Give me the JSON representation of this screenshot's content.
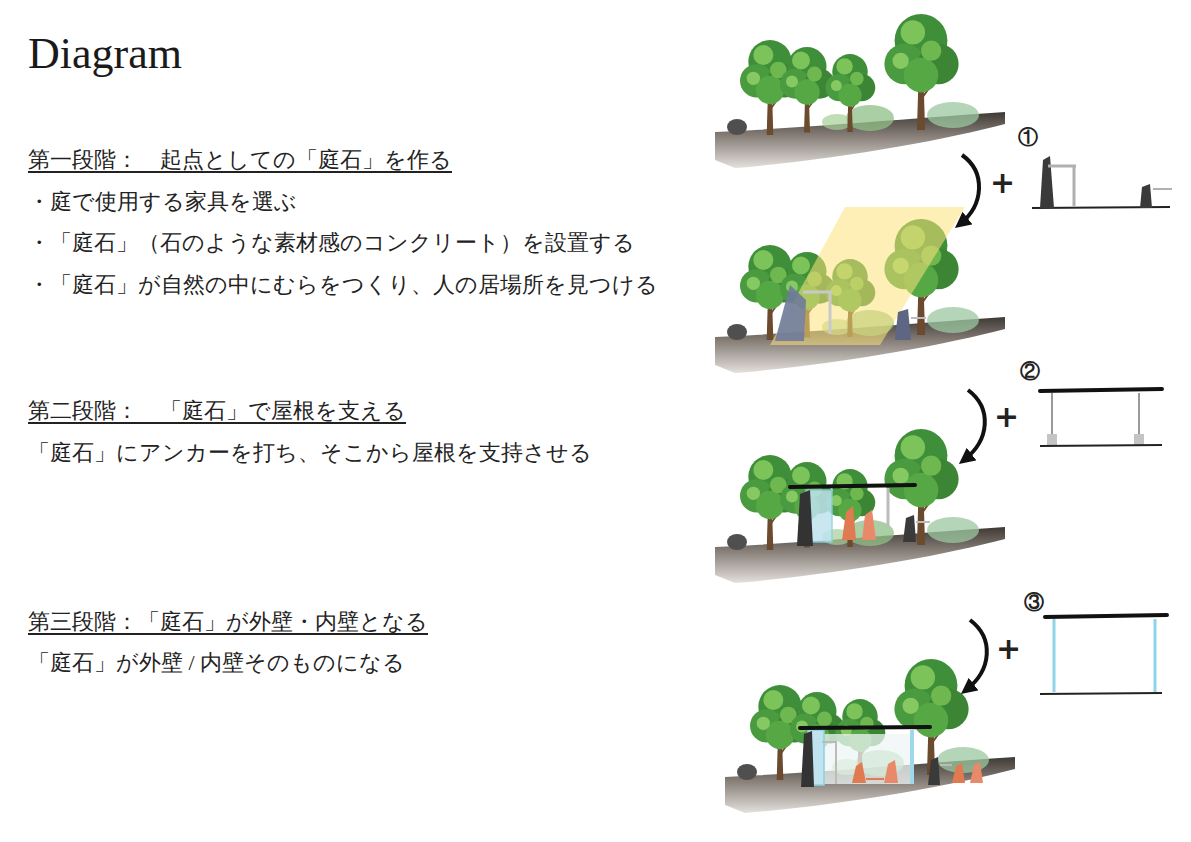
{
  "diagram": {
    "title": "Diagram",
    "labels": [
      "第一段階：　起点としての「庭石」を作る",
      "・庭で使用する家具を選ぶ",
      "・「庭石」（石のような素材感のコンクリート）を設置する",
      "・「庭石」が自然の中にむらをつくり、人の居場所を見つける",
      "第二段階：　「庭石」で屋根を支える",
      "「庭石」にアンカーを打ち、そこから屋根を支持させる",
      "第三段階：「庭石」が外壁・内壁となる",
      "「庭石」が外壁 / 内壁そのものになる",
      "+",
      "①",
      "+",
      "②",
      "+",
      "③"
    ]
  }
}
